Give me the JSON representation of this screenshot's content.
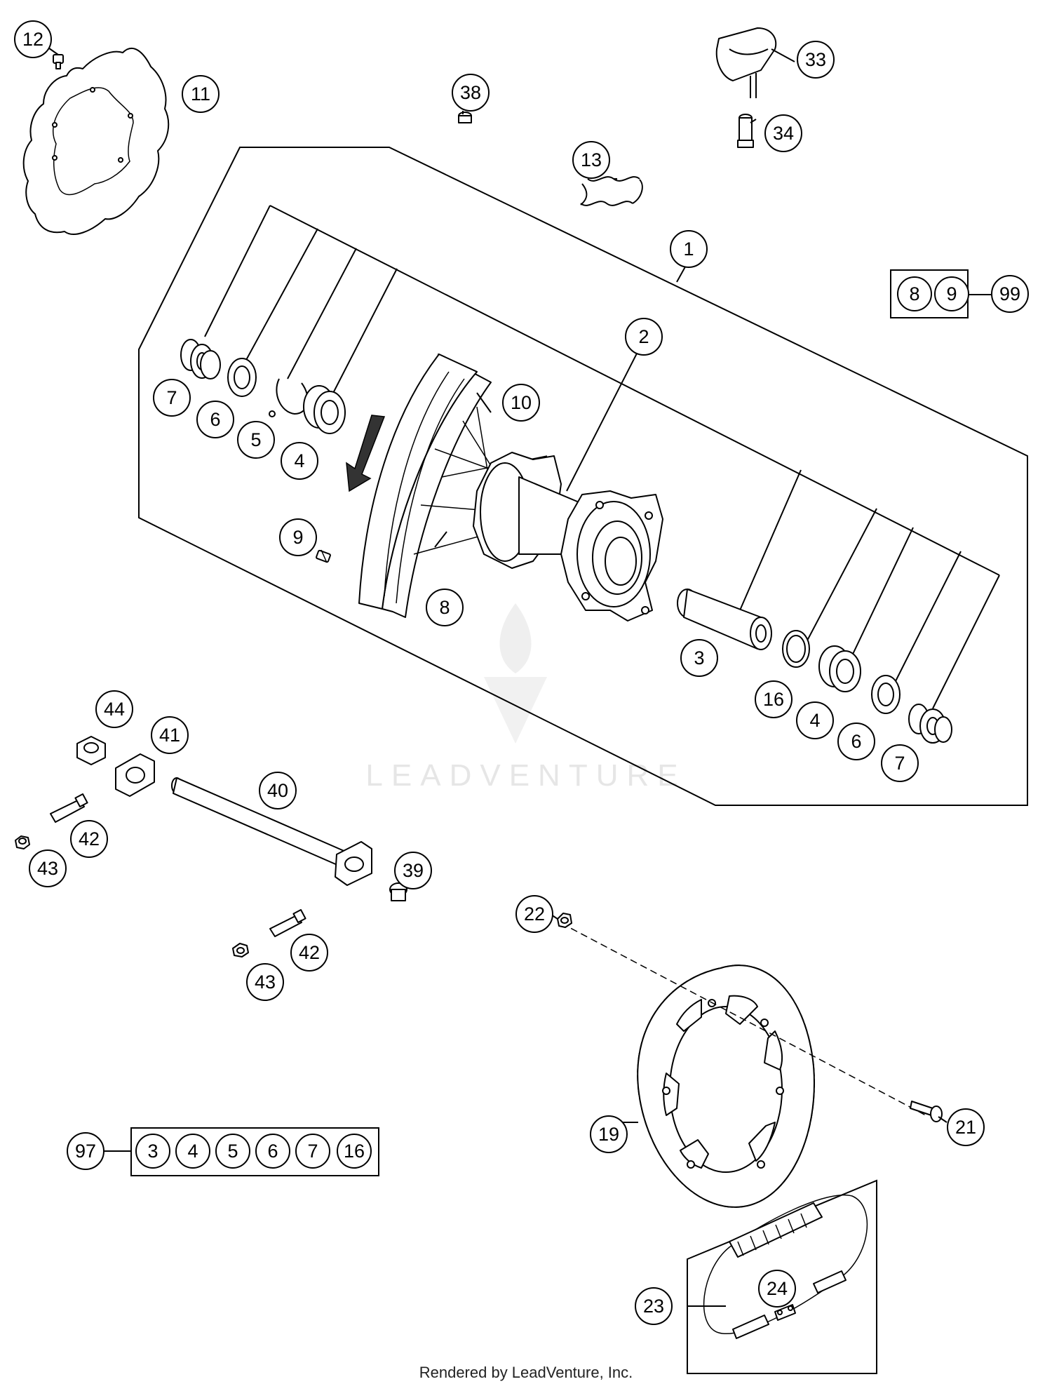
{
  "footer": "Rendered by LeadVenture, Inc.",
  "watermark": "LEADVENTURE",
  "callouts": {
    "c1": "1",
    "c2": "2",
    "c3": "3",
    "c4a": "4",
    "c4b": "4",
    "c5": "5",
    "c6a": "6",
    "c6b": "6",
    "c7a": "7",
    "c7b": "7",
    "c8": "8",
    "c9": "9",
    "c10": "10",
    "c11": "11",
    "c12": "12",
    "c13": "13",
    "c16": "16",
    "c19": "19",
    "c21": "21",
    "c22": "22",
    "c23": "23",
    "c24": "24",
    "c33": "33",
    "c34": "34",
    "c38": "38",
    "c39": "39",
    "c40": "40",
    "c41": "41",
    "c42a": "42",
    "c42b": "42",
    "c43a": "43",
    "c43b": "43",
    "c44": "44"
  },
  "kit_99": {
    "label": "99",
    "items": [
      "8",
      "9"
    ]
  },
  "kit_97": {
    "label": "97",
    "items": [
      "3",
      "4",
      "5",
      "6",
      "7",
      "16"
    ]
  }
}
